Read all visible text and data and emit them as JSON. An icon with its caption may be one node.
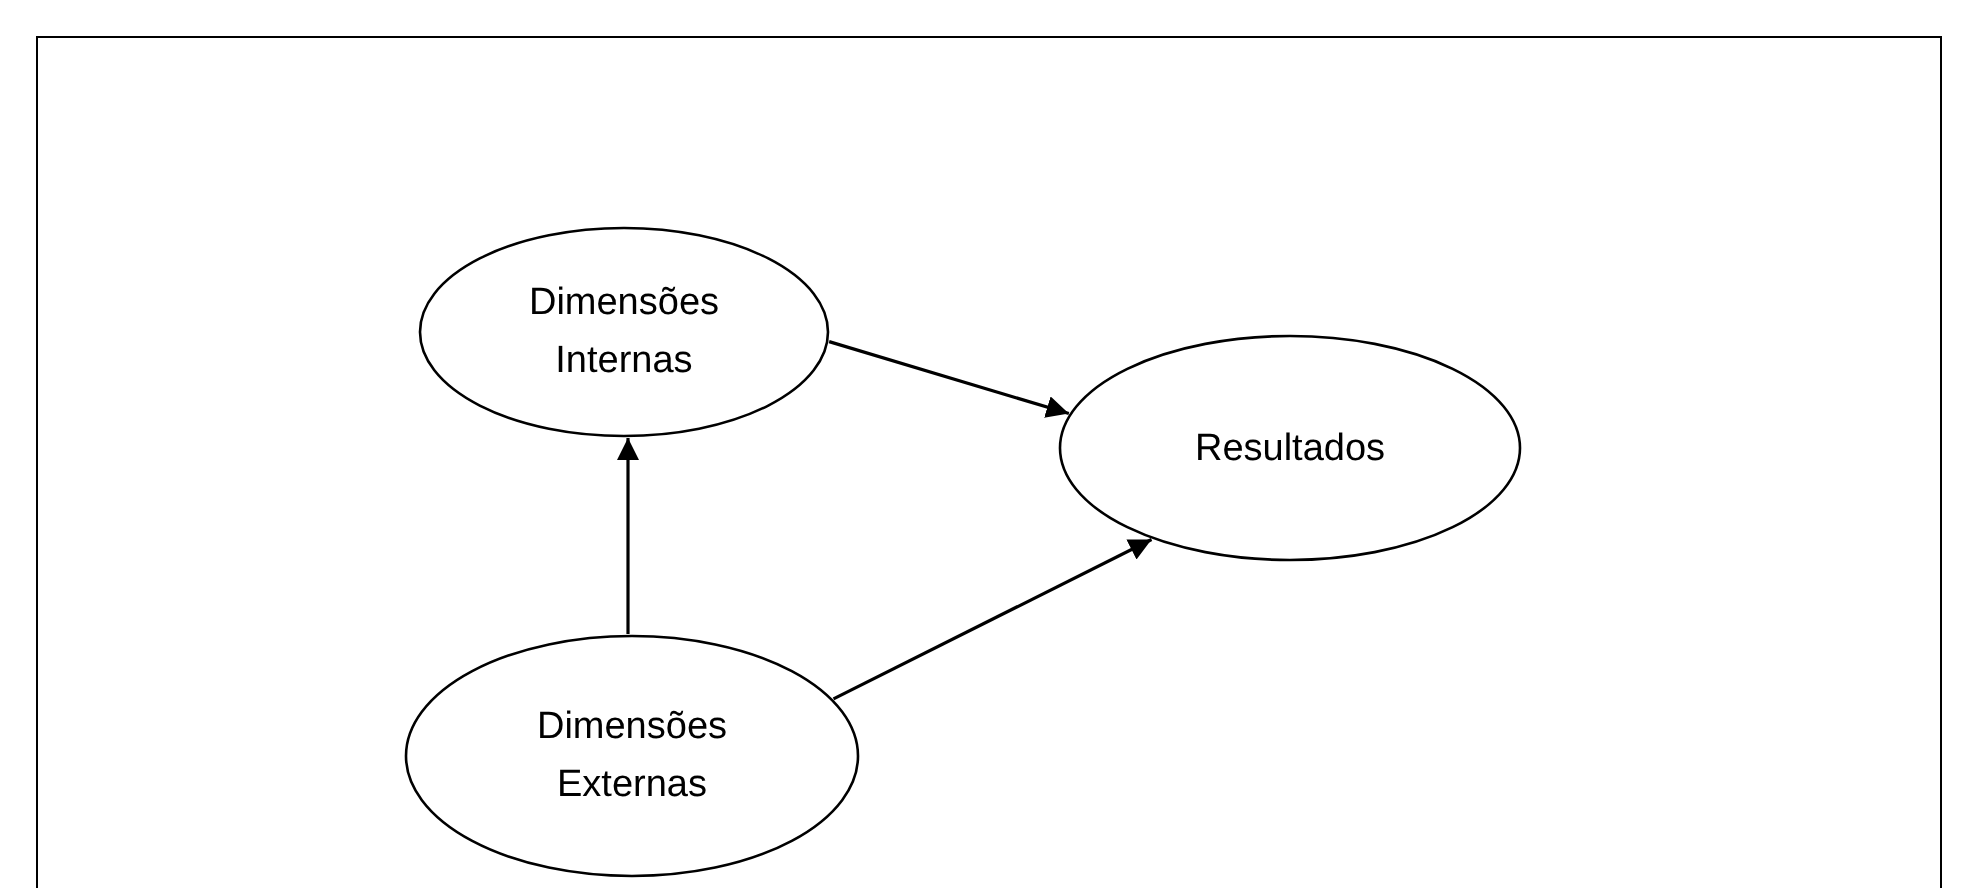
{
  "diagram": {
    "nodes": [
      {
        "text": [
          "Dimensões Internas"
        ]
      },
      {
        "text": [
          "Resultados"
        ]
      },
      {
        "text": [
          "Dimensões Externas"
        ]
      }
    ],
    "edges": [
      {
        "from": 2,
        "to": 0,
        "arrow": "to"
      },
      {
        "from": 0,
        "to": 1,
        "arrow": "to"
      },
      {
        "from": 2,
        "to": 1,
        "arrow": "to"
      }
    ]
  }
}
